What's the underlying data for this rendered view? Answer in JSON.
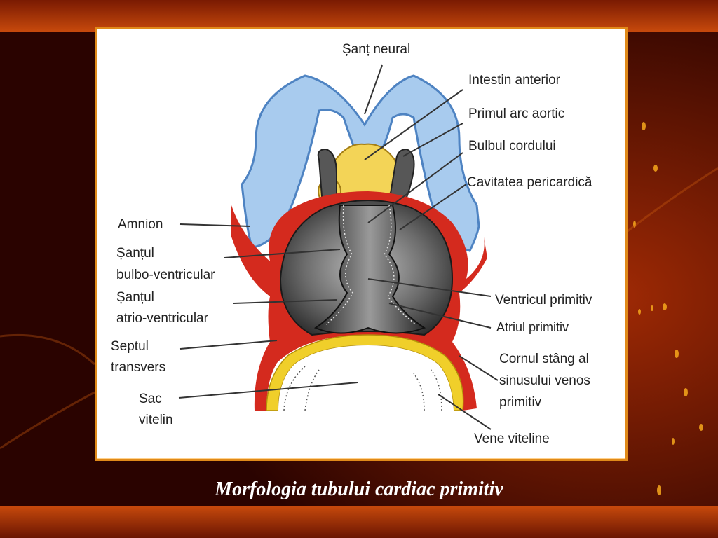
{
  "slide": {
    "caption": "Morfologia tubului cardiac primitiv",
    "colors": {
      "background_dark": "#3a0500",
      "band": "#b83a05",
      "frame_border": "#e08a1a",
      "neural_blue": "#9cc4e8",
      "foregut_yellow": "#f2d356",
      "red_tissue": "#d42a1e",
      "heart_gray": "#555555"
    }
  },
  "diagram": {
    "labels": {
      "sant_neural": "Șanț neural",
      "intestin_anterior": "Intestin anterior",
      "primul_arc_aortic": "Primul arc aortic",
      "bulbul_cordului": "Bulbul cordului",
      "cavitatea_pericardica": "Cavitatea pericardică",
      "amnion": "Amnion",
      "santul_bv_1": "Șanțul",
      "santul_bv_2": "bulbo-ventricular",
      "santul_av_1": "Șanțul",
      "santul_av_2": "atrio-ventricular",
      "ventricul": "Ventricul primitiv",
      "atriul": "Atriul primitiv",
      "septul_1": "Septul",
      "septul_2": "transvers",
      "cornul_1": "Cornul stâng al",
      "cornul_2": "sinusului venos",
      "cornul_3": "primitiv",
      "sac_1": "Sac",
      "sac_2": "vitelin",
      "vene": "Vene viteline"
    }
  }
}
